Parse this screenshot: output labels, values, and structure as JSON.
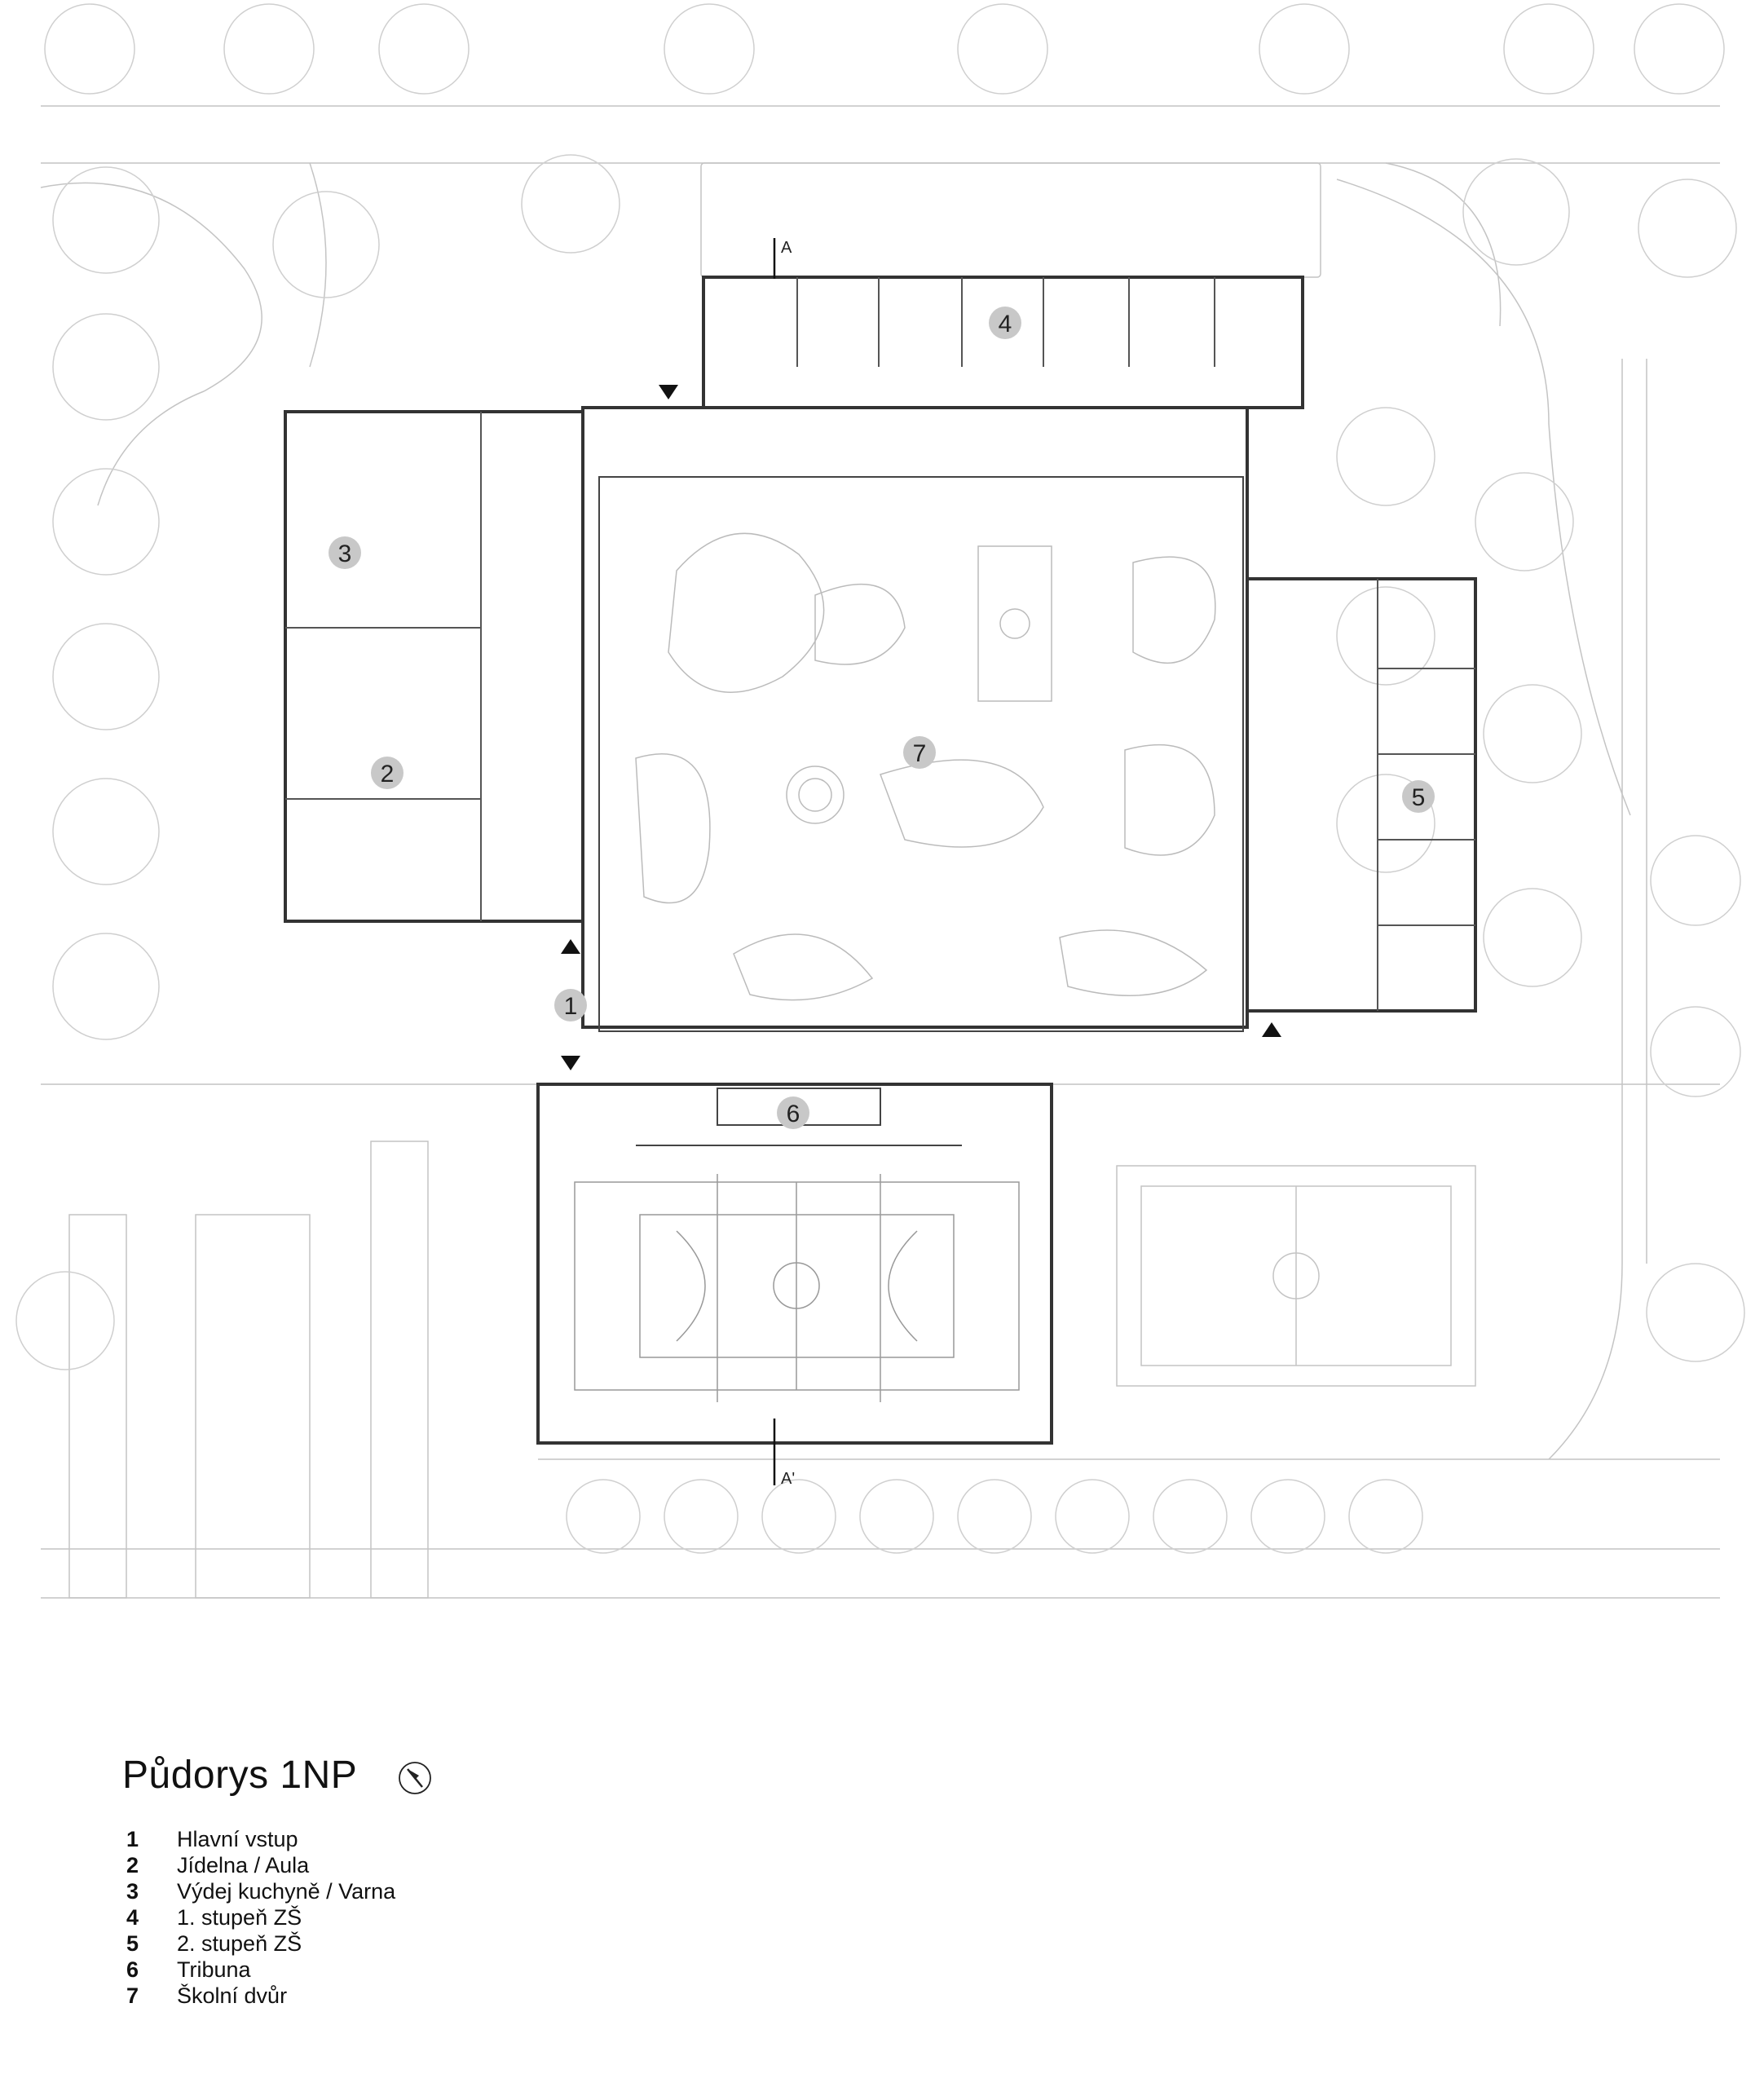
{
  "plan": {
    "room_tags": [
      {
        "id": "1",
        "label": "1"
      },
      {
        "id": "2",
        "label": "2"
      },
      {
        "id": "3",
        "label": "3"
      },
      {
        "id": "4",
        "label": "4"
      },
      {
        "id": "5",
        "label": "5"
      },
      {
        "id": "6",
        "label": "6"
      },
      {
        "id": "7",
        "label": "7"
      }
    ],
    "section_marks": {
      "top": "A",
      "bottom": "A'"
    }
  },
  "title": "Půdorys 1NP",
  "north_arrow_icon": "north-arrow-icon",
  "legend": [
    {
      "num": "1",
      "text": "Hlavní vstup"
    },
    {
      "num": "2",
      "text": "Jídelna / Aula"
    },
    {
      "num": "3",
      "text": "Výdej kuchyně / Varna"
    },
    {
      "num": "4",
      "text": "1. stupeň ZŠ"
    },
    {
      "num": "5",
      "text": "2. stupeň ZŠ"
    },
    {
      "num": "6",
      "text": "Tribuna"
    },
    {
      "num": "7",
      "text": "Školní dvůr"
    }
  ],
  "colors": {
    "wall": "#333333",
    "thin_line": "#b8b8b8",
    "tag_fill": "#c8c8c8"
  }
}
